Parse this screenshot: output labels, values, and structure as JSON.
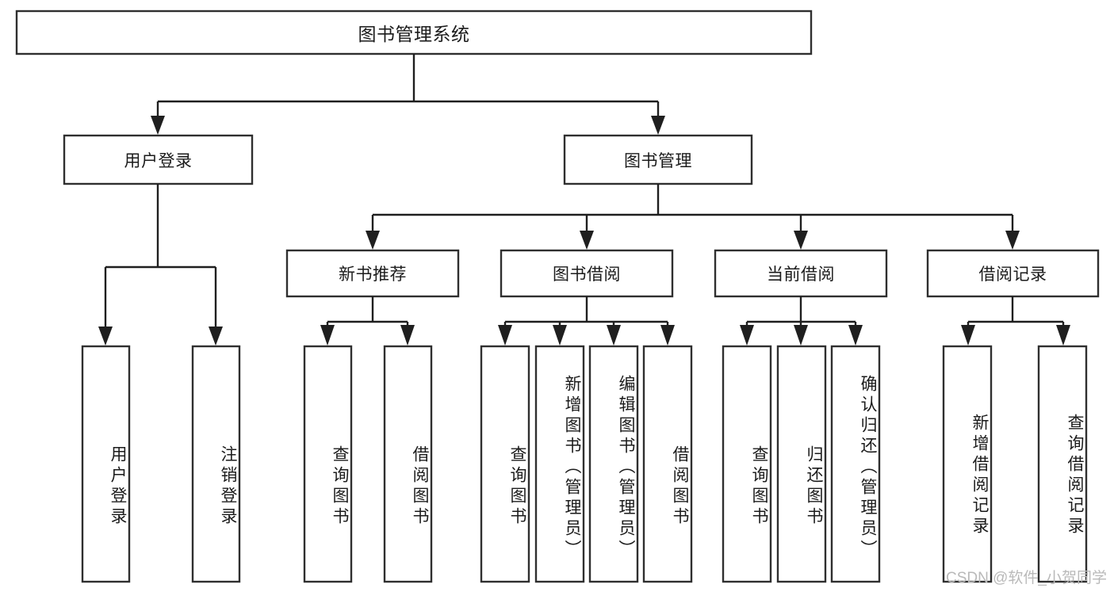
{
  "diagram": {
    "type": "tree-hierarchy-chart",
    "title": "图书管理系统",
    "orientation": "top-down",
    "colors": {
      "box_fill": "#ffffff",
      "box_stroke": "#2f2f2f",
      "connector": "#1f1f1f",
      "text": "#1b1b1b",
      "watermark": "#b9b9b9",
      "background": "#ffffff"
    },
    "levels": {
      "root": {
        "label": "图书管理系统"
      },
      "level2": [
        {
          "id": "user-login",
          "label": "用户登录"
        },
        {
          "id": "book-management",
          "label": "图书管理"
        }
      ],
      "level3": [
        {
          "id": "new-book-recommend",
          "label": "新书推荐",
          "parent": "book-management"
        },
        {
          "id": "book-borrow",
          "label": "图书借阅",
          "parent": "book-management"
        },
        {
          "id": "current-borrow",
          "label": "当前借阅",
          "parent": "book-management"
        },
        {
          "id": "borrow-record",
          "label": "借阅记录",
          "parent": "book-management"
        }
      ],
      "leaves": [
        {
          "id": "leaf-user-login",
          "label": "用户登录",
          "parent": "user-login"
        },
        {
          "id": "leaf-logout-login",
          "label": "注销登录",
          "parent": "user-login"
        },
        {
          "id": "leaf-query-book-1",
          "label": "查询图书",
          "parent": "new-book-recommend"
        },
        {
          "id": "leaf-borrow-book-1",
          "label": "借阅图书",
          "parent": "new-book-recommend"
        },
        {
          "id": "leaf-query-book-2",
          "label": "查询图书",
          "parent": "book-borrow"
        },
        {
          "id": "leaf-add-book",
          "label": "新增图书（管理员）",
          "parent": "book-borrow"
        },
        {
          "id": "leaf-edit-book",
          "label": "编辑图书（管理员）",
          "parent": "book-borrow"
        },
        {
          "id": "leaf-borrow-book-2",
          "label": "借阅图书",
          "parent": "book-borrow"
        },
        {
          "id": "leaf-query-book-3",
          "label": "查询图书",
          "parent": "current-borrow"
        },
        {
          "id": "leaf-return-book",
          "label": "归还图书",
          "parent": "current-borrow"
        },
        {
          "id": "leaf-confirm-return",
          "label": "确认归还（管理员）",
          "parent": "current-borrow"
        },
        {
          "id": "leaf-add-record",
          "label": "新增借阅记录",
          "parent": "borrow-record"
        },
        {
          "id": "leaf-query-record",
          "label": "查询借阅记录",
          "parent": "borrow-record"
        }
      ]
    },
    "watermark": "CSDN @软件_小贺同学"
  }
}
